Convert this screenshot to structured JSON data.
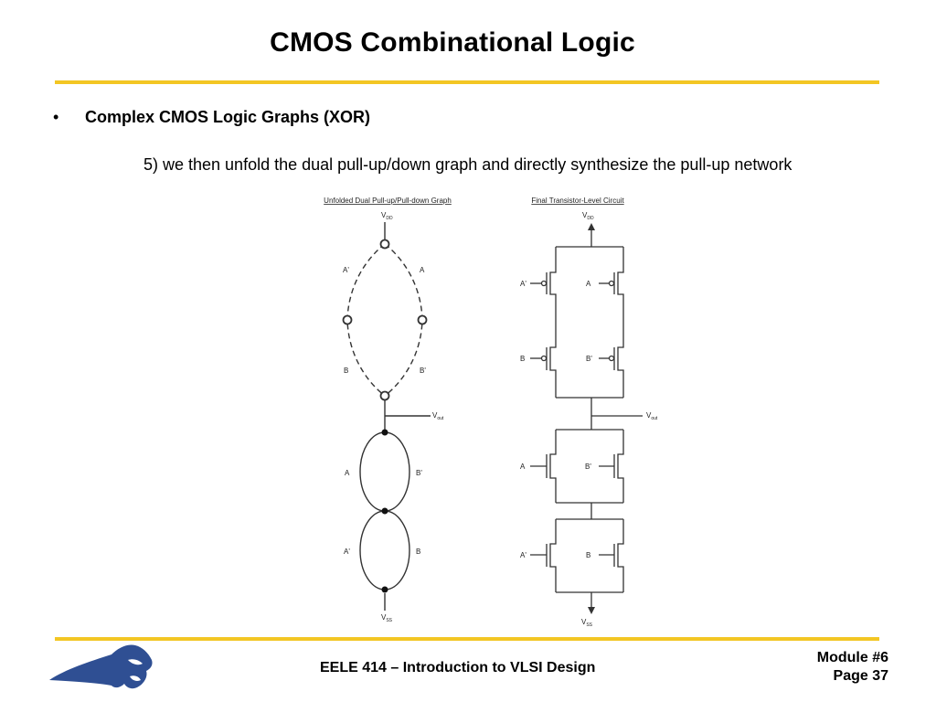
{
  "slide": {
    "title": "CMOS Combinational Logic",
    "bullet": "Complex CMOS Logic Graphs (XOR)",
    "step": "5) we then unfold the dual pull-up/down graph and directly synthesize the pull-up network"
  },
  "diagram": {
    "left": {
      "caption": "Unfolded Dual Pull-up/Pull-down Graph",
      "vdd": "V",
      "vdd_sub": "DD",
      "vout": "V",
      "vout_sub": "out",
      "vss": "V",
      "vss_sub": "SS",
      "up_top_left": "A'",
      "up_top_right": "A",
      "up_bot_left": "B",
      "up_bot_right": "B'",
      "dn_top_left": "A",
      "dn_top_right": "B'",
      "dn_bot_left": "A'",
      "dn_bot_right": "B"
    },
    "right": {
      "caption": "Final Transistor-Level Circuit",
      "vdd": "V",
      "vdd_sub": "DD",
      "vout": "V",
      "vout_sub": "out",
      "vss": "V",
      "vss_sub": "SS",
      "p1": "A'",
      "p2": "A",
      "p3": "B",
      "p4": "B'",
      "n1": "A",
      "n2": "B'",
      "n3": "A'",
      "n4": "B"
    }
  },
  "footer": {
    "course": "EELE 414 – Introduction to VLSI Design",
    "module": "Module #6",
    "page": "Page 37"
  },
  "colors": {
    "accent": "#f3c623",
    "logo": "#2f4f93"
  }
}
